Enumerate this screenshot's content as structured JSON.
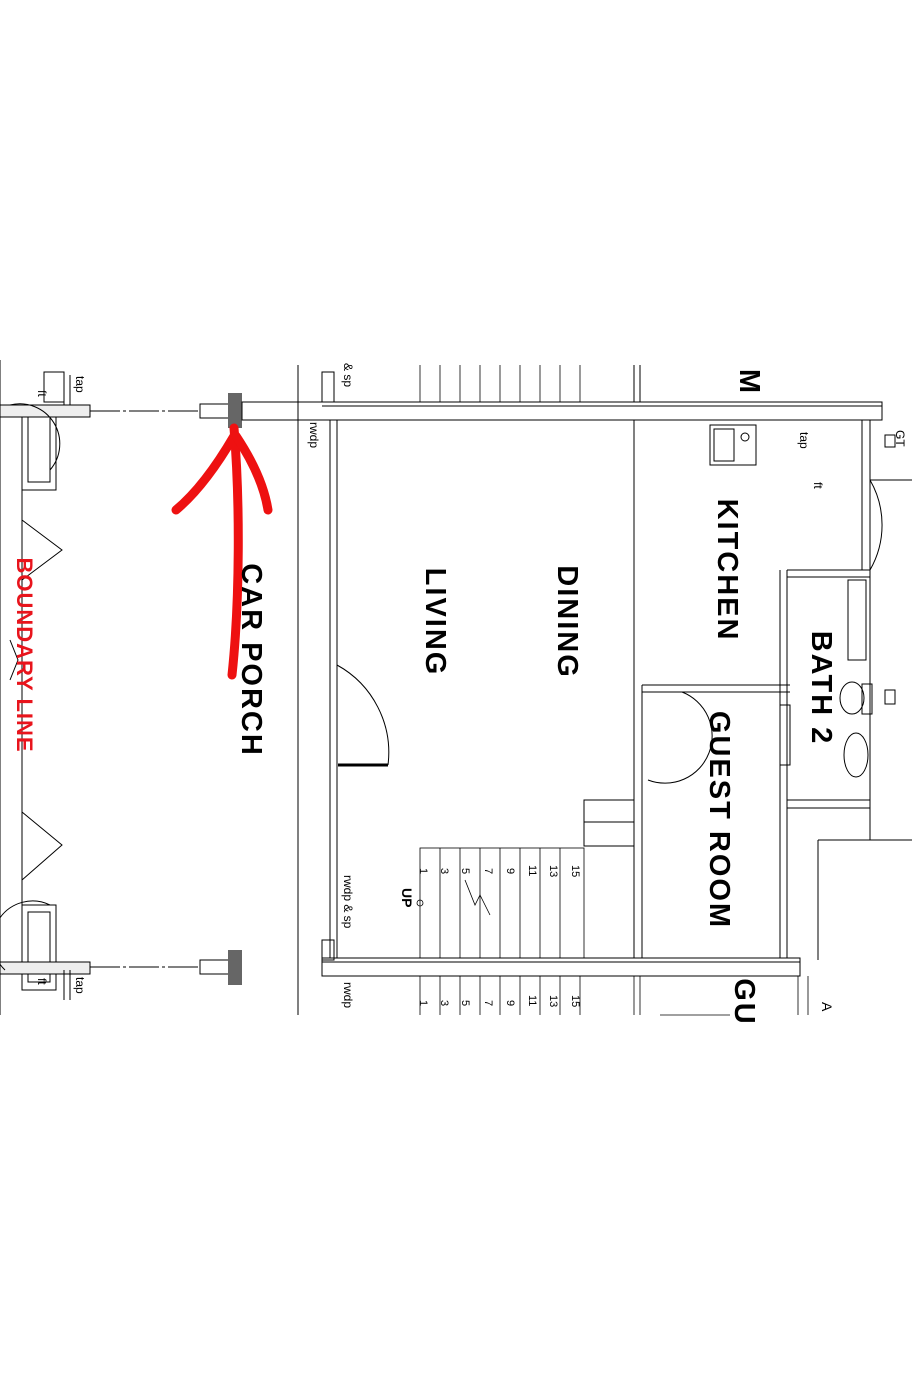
{
  "rooms": {
    "car_porch": "CAR PORCH",
    "living": "LIVING",
    "dining": "DINING",
    "kitchen": "KITCHEN",
    "bath2": "BATH 2",
    "guest_room": "GUEST ROOM",
    "guest_room_partial": "GU",
    "m_partial": "M"
  },
  "boundary_line": "BOUNDARY LINE",
  "annotations": {
    "tap_top_left": "tap",
    "tap_bottom_left": "tap",
    "ft_top_left": "ft",
    "ft_bottom_left": "ft",
    "rwdp_sp_top": "& sp",
    "rwdp_top": "rwdp",
    "rwdp_sp_bottom": "rwdp & sp",
    "rwdp_bottom": "rwdp",
    "tap_kitchen": "tap",
    "ft_kitchen": "ft",
    "gt": "GT",
    "up": "UP",
    "a_partial": "A"
  },
  "stairs": {
    "upper_numbers": [
      "1",
      "3",
      "5",
      "7",
      "9",
      "11",
      "13",
      "15"
    ],
    "lower_numbers": [
      "1",
      "3",
      "5",
      "7",
      "9",
      "11",
      "13",
      "15"
    ]
  },
  "colors": {
    "line": "#000000",
    "boundary_text": "#e8141c",
    "red_markup": "#ee1111",
    "column_fill": "#666666"
  }
}
